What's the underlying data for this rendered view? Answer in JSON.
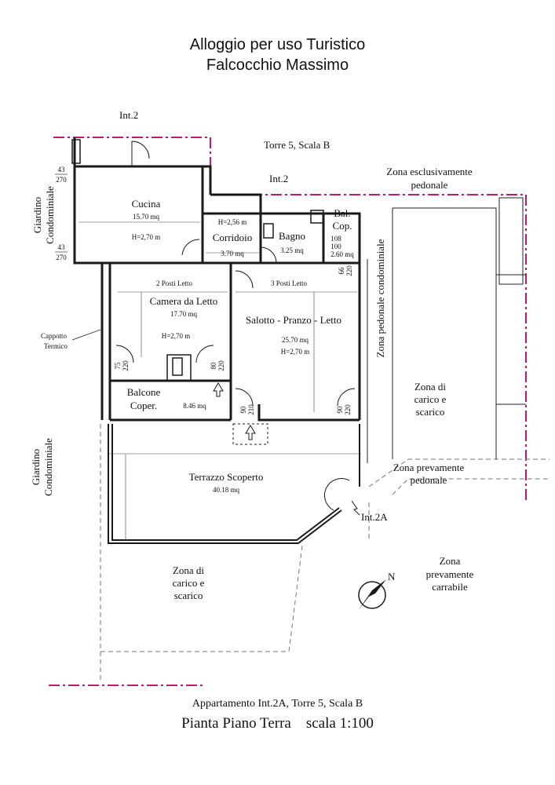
{
  "title": {
    "line1": "Alloggio per uso Turistico",
    "line2": "Falcocchio Massimo"
  },
  "labels": {
    "int2_top": "Int.2",
    "torre": "Torre 5, Scala B",
    "int2_mid": "Int.2",
    "zona_escl_1": "Zona esclusivamente",
    "zona_escl_2": "pedonale",
    "giardino_1": "Giardino",
    "giardino_2": "Condominiale",
    "giardino_low_1": "Giardino",
    "giardino_low_2": "Condominiale",
    "cappotto_1": "Cappotto",
    "cappotto_2": "Termico",
    "zona_ped_cond": "Zona pedonale condominiale",
    "zona_carico_r_1": "Zona di",
    "zona_carico_r_2": "carico e",
    "zona_carico_r_3": "scarico",
    "zona_prev_ped_1": "Zona prevamente",
    "zona_prev_ped_2": "pedonale",
    "int2a": "Int.2A",
    "zona_carico_l_1": "Zona di",
    "zona_carico_l_2": "carico e",
    "zona_carico_l_3": "scarico",
    "zona_prev_carr_1": "Zona",
    "zona_prev_carr_2": "prevamente",
    "zona_prev_carr_3": "carrabile",
    "north": "N"
  },
  "rooms": {
    "cucina": {
      "name": "Cucina",
      "area": "15.70 mq",
      "height": "H=2,70 m"
    },
    "corridoio": {
      "name": "Corridoio",
      "area": "3.70 mq",
      "height": "H=2,56 m"
    },
    "bagno": {
      "name": "Bagno",
      "area": "3.25 mq"
    },
    "balcop": {
      "name1": "Bal.",
      "name2": "Cop.",
      "d1": "108",
      "d2": "100",
      "area": "2.60 mq"
    },
    "camera": {
      "beds": "2 Posti Letto",
      "name": "Camera da Letto",
      "area": "17.70 mq",
      "height": "H=2,70 m"
    },
    "salotto": {
      "beds": "3 Posti Letto",
      "name": "Salotto - Pranzo - Letto",
      "area": "25.70 mq",
      "height": "H=2,70 m"
    },
    "balcone": {
      "name1": "Balcone",
      "name2": "Coper.",
      "area": "8.46 mq"
    },
    "terrazzo": {
      "name": "Terrazzo Scoperto",
      "area": "40.18 mq"
    }
  },
  "dims": {
    "w43a": "43",
    "w270a": "270",
    "w43b": "43",
    "w270b": "270",
    "d75": "75",
    "d220a": "220",
    "d80": "80",
    "d220b": "220",
    "d90a": "90",
    "d210a": "210",
    "d90b": "90",
    "d220c": "220",
    "d66": "66",
    "d220d": "220"
  },
  "footer": {
    "line1": "Appartamento Int.2A, Torre 5, Scala B",
    "line2": "Pianta Piano Terra    scala 1:100"
  },
  "colors": {
    "boundary": "#c2186e",
    "wall": "#1a1a1a",
    "dash": "#777777"
  }
}
